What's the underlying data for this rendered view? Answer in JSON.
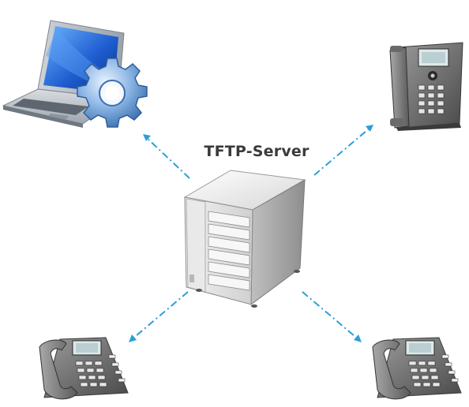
{
  "diagram": {
    "server": {
      "label": "TFTP-Server",
      "icon": "server-tower-icon"
    },
    "clients": [
      {
        "name": "config-laptop",
        "icon": "laptop-gear-icon"
      },
      {
        "name": "ip-phone-top-right",
        "icon": "ip-phone-icon"
      },
      {
        "name": "ip-phone-bottom-left",
        "icon": "ip-phone-icon"
      },
      {
        "name": "ip-phone-bottom-right",
        "icon": "ip-phone-icon"
      }
    ],
    "colors": {
      "connector": "#2a9fd6",
      "label": "#3a3a3a",
      "laptop_screen": "#1f5fd1",
      "gear": "#5a8fc8",
      "phone_body": "#6b6b6b",
      "server_body": "#e8e8e8"
    }
  }
}
